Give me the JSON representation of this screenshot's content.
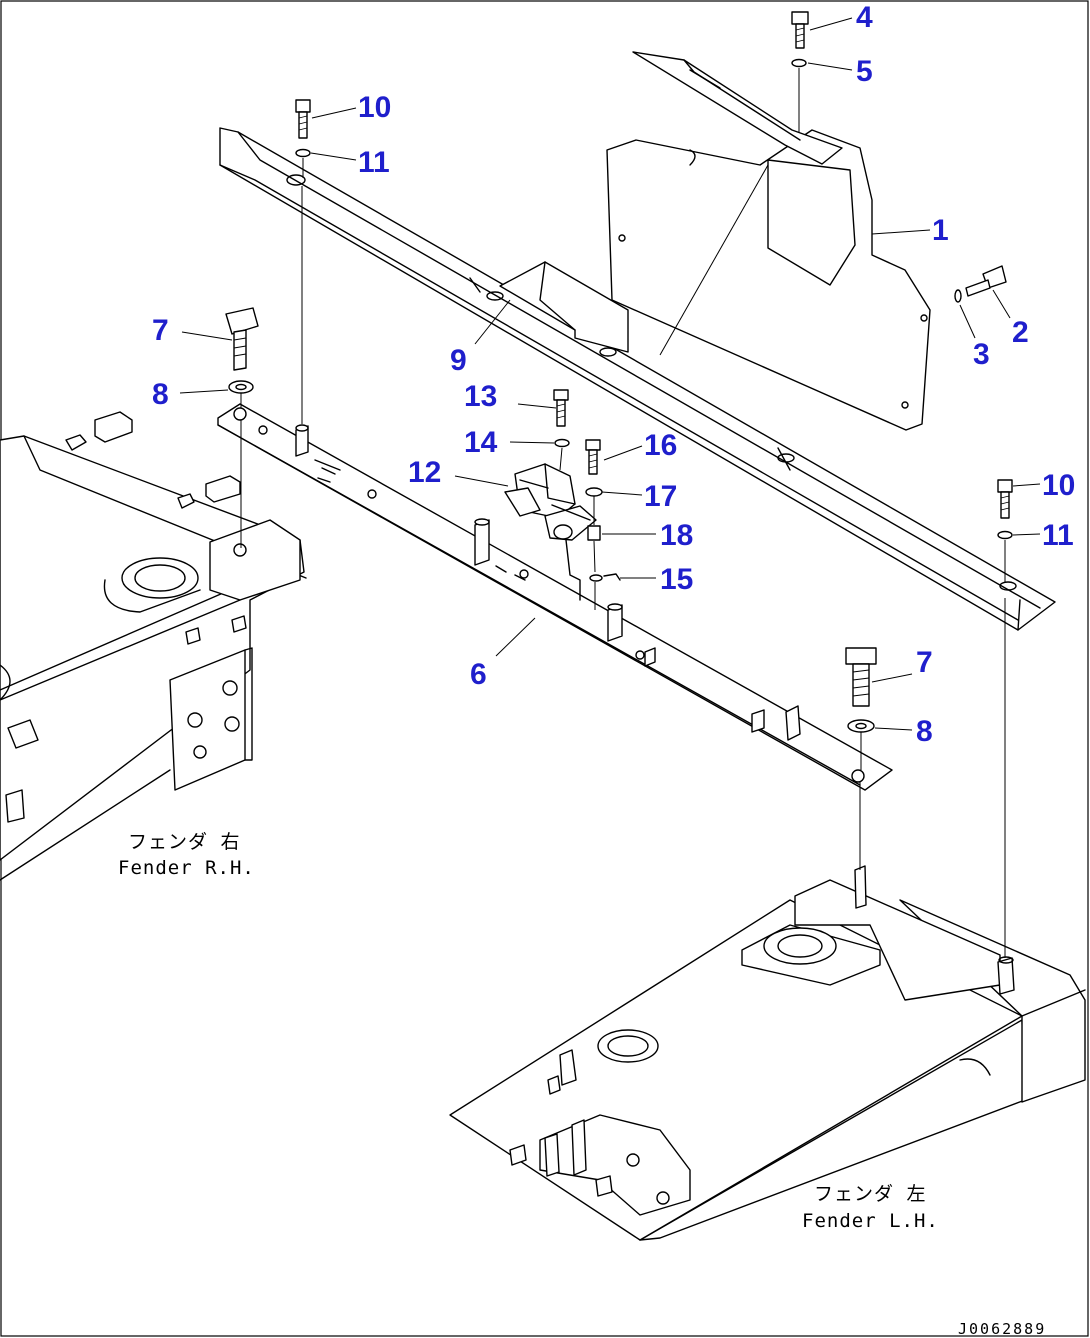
{
  "callouts": [
    {
      "n": "1"
    },
    {
      "n": "2"
    },
    {
      "n": "3"
    },
    {
      "n": "4"
    },
    {
      "n": "5"
    },
    {
      "n": "6"
    },
    {
      "n": "7"
    },
    {
      "n": "8"
    },
    {
      "n": "9"
    },
    {
      "n": "10"
    },
    {
      "n": "11"
    },
    {
      "n": "12"
    },
    {
      "n": "13"
    },
    {
      "n": "14"
    },
    {
      "n": "15"
    },
    {
      "n": "16"
    },
    {
      "n": "17"
    },
    {
      "n": "18"
    },
    {
      "n": "7"
    },
    {
      "n": "8"
    },
    {
      "n": "10"
    },
    {
      "n": "11"
    }
  ],
  "captions": {
    "right_jp": "フェンダ 右",
    "right_en": "Fender R.H.",
    "left_jp": "フェンダ 左",
    "left_en": "Fender L.H."
  },
  "drawing_code": "J0062889"
}
